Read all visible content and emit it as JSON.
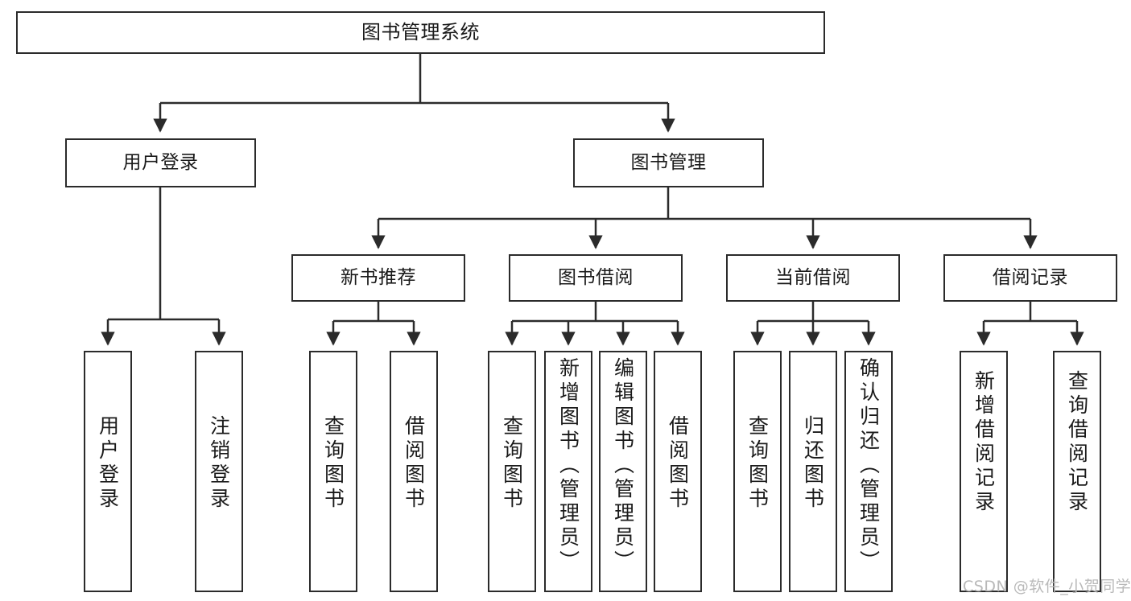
{
  "diagram": {
    "title": "图书管理系统",
    "type": "hierarchy-tree",
    "watermark": "CSDN @软件_小贺同学",
    "colors": {
      "stroke": "#2b2b2b",
      "fill": "#ffffff",
      "text": "#1a1a1a",
      "watermark": "#b9b9b9"
    },
    "levels": {
      "root": {
        "label": "图书管理系统"
      },
      "level2": [
        {
          "label": "用户登录"
        },
        {
          "label": "图书管理"
        }
      ],
      "level3": [
        {
          "label": "新书推荐"
        },
        {
          "label": "图书借阅"
        },
        {
          "label": "当前借阅"
        },
        {
          "label": "借阅记录"
        }
      ],
      "leaves": [
        {
          "label": "用户登录",
          "parent": "用户登录"
        },
        {
          "label": "注销登录",
          "parent": "用户登录"
        },
        {
          "label": "查询图书",
          "parent": "新书推荐"
        },
        {
          "label": "借阅图书",
          "parent": "新书推荐"
        },
        {
          "label": "查询图书",
          "parent": "图书借阅"
        },
        {
          "label": "新增图书（管理员）",
          "parent": "图书借阅"
        },
        {
          "label": "编辑图书（管理员）",
          "parent": "图书借阅"
        },
        {
          "label": "借阅图书",
          "parent": "图书借阅"
        },
        {
          "label": "查询图书",
          "parent": "当前借阅"
        },
        {
          "label": "归还图书",
          "parent": "当前借阅"
        },
        {
          "label": "确认归还（管理员）",
          "parent": "当前借阅"
        },
        {
          "label": "新增借阅记录",
          "parent": "借阅记录"
        },
        {
          "label": "查询借阅记录",
          "parent": "借阅记录"
        }
      ]
    }
  }
}
